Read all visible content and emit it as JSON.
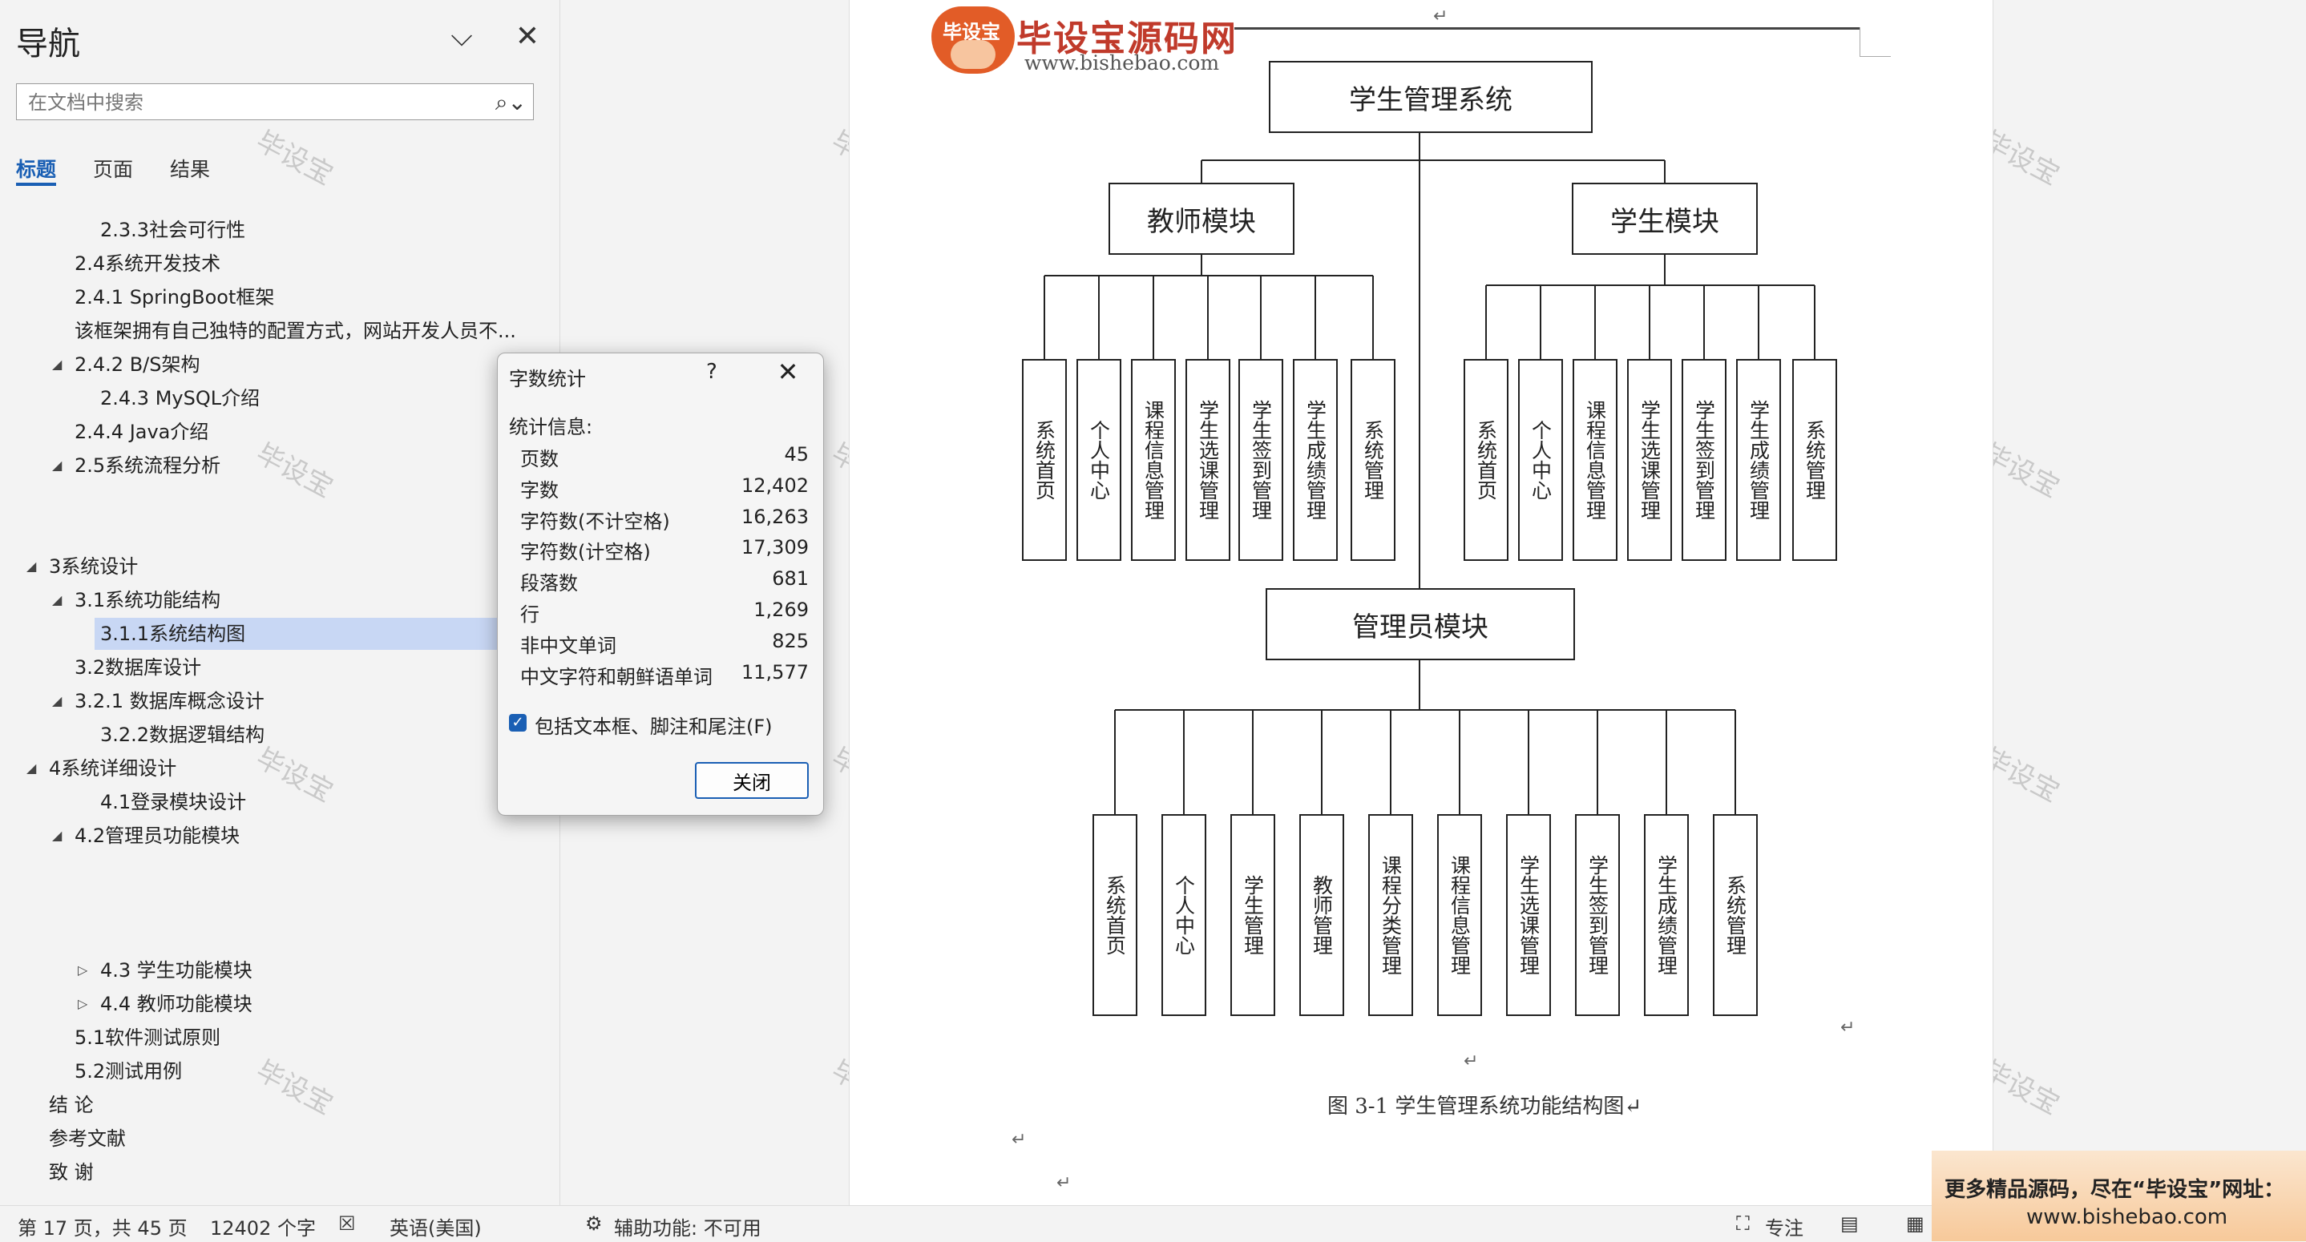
{
  "nav": {
    "title": "导航",
    "collapse_glyph": "⌵",
    "close_glyph": "✕",
    "search_placeholder": "在文档中搜索",
    "search_glyph": "⌕⌄",
    "tabs": [
      "标题",
      "页面",
      "结果"
    ],
    "items": [
      {
        "label": "2.3.3社会可行性",
        "expand": ""
      },
      {
        "label": "2.4系统开发技术",
        "expand": ""
      },
      {
        "label": "2.4.1 SpringBoot框架",
        "expand": ""
      },
      {
        "label": "该框架拥有自己独特的配置方式，网站开发人员不...",
        "expand": ""
      },
      {
        "label": "2.4.2 B/S架构",
        "expand": "◢"
      },
      {
        "label": "2.4.3 MySQL介绍",
        "expand": ""
      },
      {
        "label": "2.4.4 Java介绍",
        "expand": ""
      },
      {
        "label": "2.5系统流程分析",
        "expand": "◢"
      },
      {
        "label": "3系统设计",
        "expand": "◢"
      },
      {
        "label": "3.1系统功能结构",
        "expand": "◢"
      },
      {
        "label": "3.1.1系统结构图",
        "expand": ""
      },
      {
        "label": "3.2数据库设计",
        "expand": ""
      },
      {
        "label": "3.2.1 数据库概念设计",
        "expand": "◢"
      },
      {
        "label": "3.2.2数据逻辑结构",
        "expand": ""
      },
      {
        "label": "4系统详细设计",
        "expand": "◢"
      },
      {
        "label": "4.1登录模块设计",
        "expand": ""
      },
      {
        "label": "4.2管理员功能模块",
        "expand": "◢"
      },
      {
        "label": "4.3 学生功能模块",
        "expand": "▷"
      },
      {
        "label": "4.4 教师功能模块",
        "expand": "▷"
      },
      {
        "label": "5.1软件测试原则",
        "expand": ""
      },
      {
        "label": "5.2测试用例",
        "expand": ""
      },
      {
        "label": "结 论",
        "expand": ""
      },
      {
        "label": "参考文献",
        "expand": ""
      },
      {
        "label": "致 谢",
        "expand": ""
      }
    ]
  },
  "dialog": {
    "title": "字数统计",
    "help_glyph": "?",
    "close_glyph": "✕",
    "stats_label": "统计信息:",
    "stats": [
      {
        "k": "页数",
        "v": "45"
      },
      {
        "k": "字数",
        "v": "12,402"
      },
      {
        "k": "字符数(不计空格)",
        "v": "16,263"
      },
      {
        "k": "字符数(计空格)",
        "v": "17,309"
      },
      {
        "k": "段落数",
        "v": "681"
      },
      {
        "k": "行",
        "v": "1,269"
      },
      {
        "k": "非中文单词",
        "v": "825"
      },
      {
        "k": "中文字符和朝鲜语单词",
        "v": "11,577"
      }
    ],
    "check_glyph": "✓",
    "checkbox_label": "包括文本框、脚注和尾注(F)",
    "close_button": "关闭"
  },
  "watermark": "毕设宝",
  "doc": {
    "logo_badge": "毕设宝",
    "logo_title": "毕设宝源码网",
    "logo_url": "www.bishebao.com",
    "return_glyph": "↵",
    "diagram": {
      "root": "学生管理系统",
      "teacher": "教师模块",
      "student": "学生模块",
      "admin": "管理员模块",
      "teacher_items": [
        "系统首页",
        "个人中心",
        "课程信息管理",
        "学生选课管理",
        "学生签到管理",
        "学生成绩管理",
        "系统管理"
      ],
      "student_items": [
        "系统首页",
        "个人中心",
        "课程信息管理",
        "学生选课管理",
        "学生签到管理",
        "学生成绩管理",
        "系统管理"
      ],
      "admin_items": [
        "系统首页",
        "个人中心",
        "学生管理",
        "教师管理",
        "课程分类管理",
        "课程信息管理",
        "学生选课管理",
        "学生签到管理",
        "学生成绩管理",
        "系统管理"
      ]
    },
    "caption": "图 3-1  学生管理系统功能结构图↵"
  },
  "status": {
    "page": "第 17 页，共 45 页",
    "words": "12402 个字",
    "proof_glyph": "☒",
    "language": "英语(美国)",
    "accessibility_glyph": "⚙",
    "accessibility": "辅助功能: 不可用",
    "focus_glyph": "⛶",
    "focus": "专注",
    "read_glyph": "▤",
    "print_glyph": "▦"
  },
  "promo": {
    "line1": "更多精品源码，尽在“毕设宝”网址：",
    "line2": "www.bishebao.com"
  }
}
